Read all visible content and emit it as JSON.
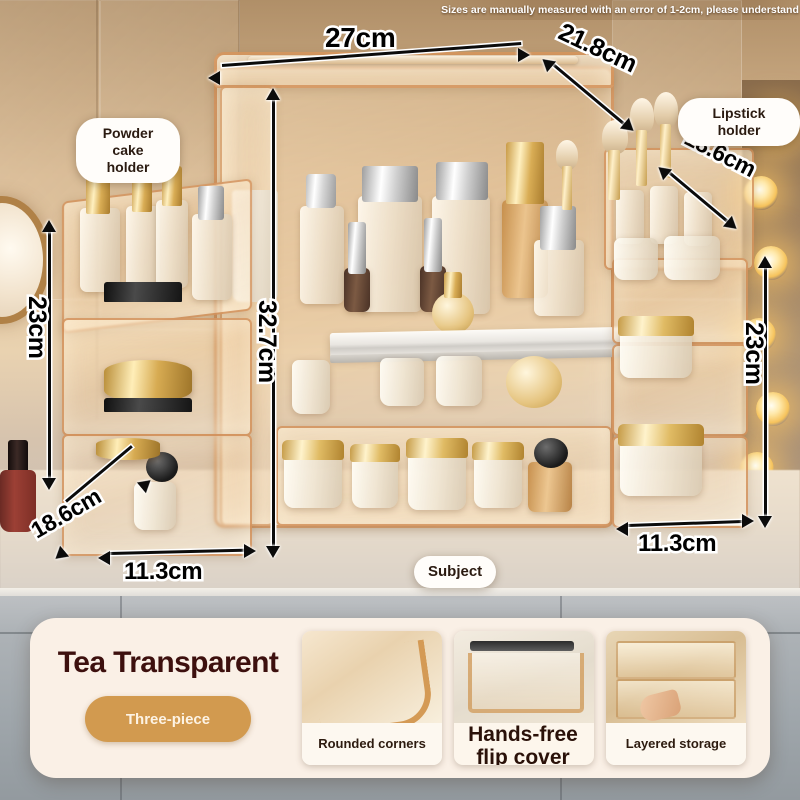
{
  "banner": {
    "notice": "Sizes are manually measured with an error of 1-2cm, please understand"
  },
  "callouts": {
    "powder_cake_holder": "Powder cake holder",
    "lipstick_holder": "Lipstick holder",
    "subject": "Subject"
  },
  "dimensions": {
    "top_width": "27cm",
    "top_depth": "21.8cm",
    "right_depth": "18.6cm",
    "right_height": "23cm",
    "right_width": "11.3cm",
    "center_height": "32.7cm",
    "left_height": "23cm",
    "left_depth": "18.6cm",
    "left_width": "11.3cm"
  },
  "feature_panel": {
    "brand_title": "Tea Transparent",
    "variant_label": "Three-piece",
    "cards": [
      {
        "caption": "Rounded corners",
        "thumb": "rounded-corner-photo"
      },
      {
        "caption": "Hands-free flip cover",
        "thumb": "flip-cover-photo"
      },
      {
        "caption": "Layered storage",
        "thumb": "layered-storage-photo"
      }
    ]
  },
  "colors": {
    "panel_bg": "#faf0e6",
    "brand_text": "#3d100e",
    "variant_pill": "#d29a4f",
    "acrylic_edge": "#cf8c54",
    "dimension_line": "#0b0b0b"
  }
}
